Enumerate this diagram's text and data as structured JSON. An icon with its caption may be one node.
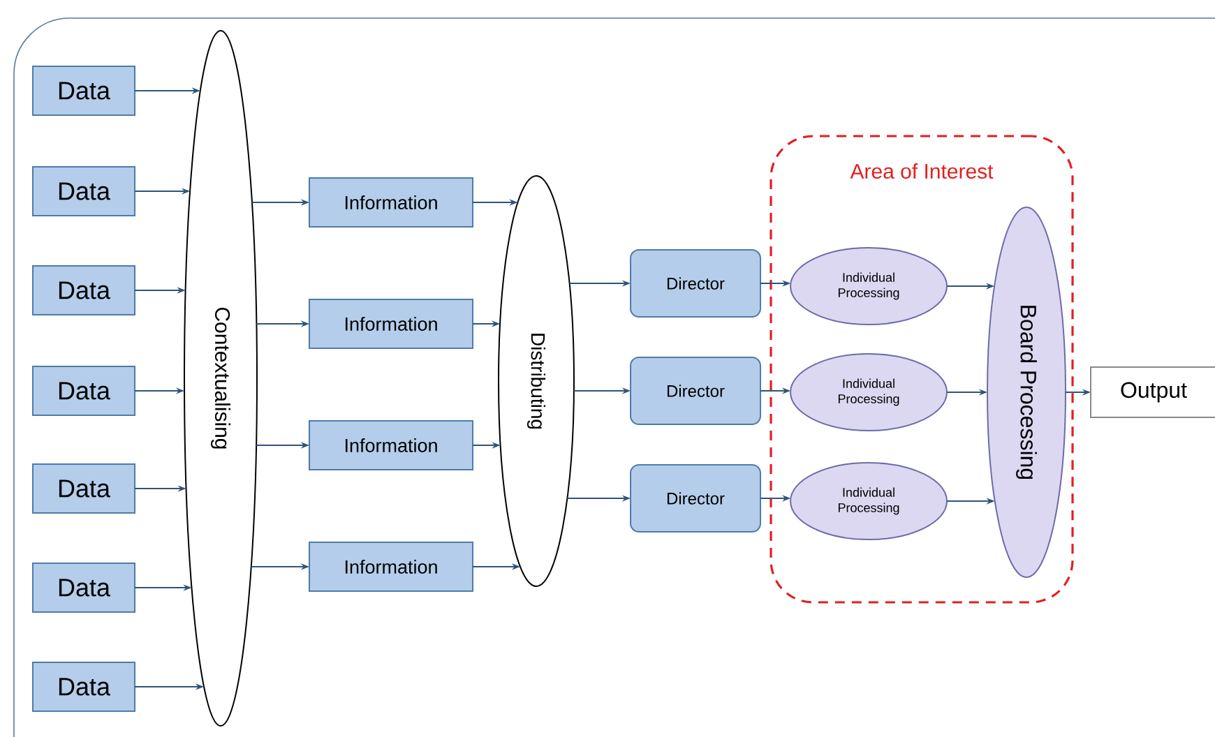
{
  "diagram": {
    "nodes": [
      {
        "text": [
          "Data"
        ]
      },
      {
        "text": [
          "Data"
        ]
      },
      {
        "text": [
          "Data"
        ]
      },
      {
        "text": [
          "Data"
        ]
      },
      {
        "text": [
          "Data"
        ]
      },
      {
        "text": [
          "Data"
        ]
      },
      {
        "text": [
          "Data"
        ]
      },
      {
        "text": [
          "Contextualising"
        ]
      },
      {
        "text": [
          "Information"
        ]
      },
      {
        "text": [
          "Information"
        ]
      },
      {
        "text": [
          "Information"
        ]
      },
      {
        "text": [
          "Information"
        ]
      },
      {
        "text": [
          "Distributing"
        ]
      },
      {
        "text": [
          "Director"
        ]
      },
      {
        "text": [
          "Director"
        ]
      },
      {
        "text": [
          "Director"
        ]
      },
      {
        "text": [
          "Area of Interest"
        ]
      },
      {
        "text": [
          "Individual Processing"
        ],
        "in": 16
      },
      {
        "text": [
          "Individual Processing"
        ],
        "in": 16
      },
      {
        "text": [
          "Individual Processing"
        ],
        "in": 16
      },
      {
        "text": [
          "Board Processing"
        ],
        "in": 16
      },
      {
        "text": [
          "Output"
        ]
      }
    ],
    "edges": [
      {
        "from": 0,
        "to": 7,
        "arrow": "to"
      },
      {
        "from": 1,
        "to": 7,
        "arrow": "to"
      },
      {
        "from": 2,
        "to": 7,
        "arrow": "to"
      },
      {
        "from": 3,
        "to": 7,
        "arrow": "to"
      },
      {
        "from": 4,
        "to": 7,
        "arrow": "to"
      },
      {
        "from": 5,
        "to": 7,
        "arrow": "to"
      },
      {
        "from": 6,
        "to": 7,
        "arrow": "to"
      },
      {
        "from": 7,
        "to": 8,
        "arrow": "to"
      },
      {
        "from": 7,
        "to": 9,
        "arrow": "to"
      },
      {
        "from": 7,
        "to": 10,
        "arrow": "to"
      },
      {
        "from": 7,
        "to": 11,
        "arrow": "to"
      },
      {
        "from": 8,
        "to": 12,
        "arrow": "to"
      },
      {
        "from": 9,
        "to": 12,
        "arrow": "to"
      },
      {
        "from": 10,
        "to": 12,
        "arrow": "to"
      },
      {
        "from": 11,
        "to": 12,
        "arrow": "to"
      },
      {
        "from": 12,
        "to": 13,
        "arrow": "to"
      },
      {
        "from": 12,
        "to": 14,
        "arrow": "to"
      },
      {
        "from": 12,
        "to": 15,
        "arrow": "to"
      },
      {
        "from": 13,
        "to": 17,
        "arrow": "to"
      },
      {
        "from": 14,
        "to": 18,
        "arrow": "to"
      },
      {
        "from": 15,
        "to": 19,
        "arrow": "to"
      },
      {
        "from": 17,
        "to": 20,
        "arrow": "to"
      },
      {
        "from": 18,
        "to": 20,
        "arrow": "to"
      },
      {
        "from": 19,
        "to": 20,
        "arrow": "to"
      },
      {
        "from": 20,
        "to": 21,
        "arrow": "to"
      }
    ]
  }
}
